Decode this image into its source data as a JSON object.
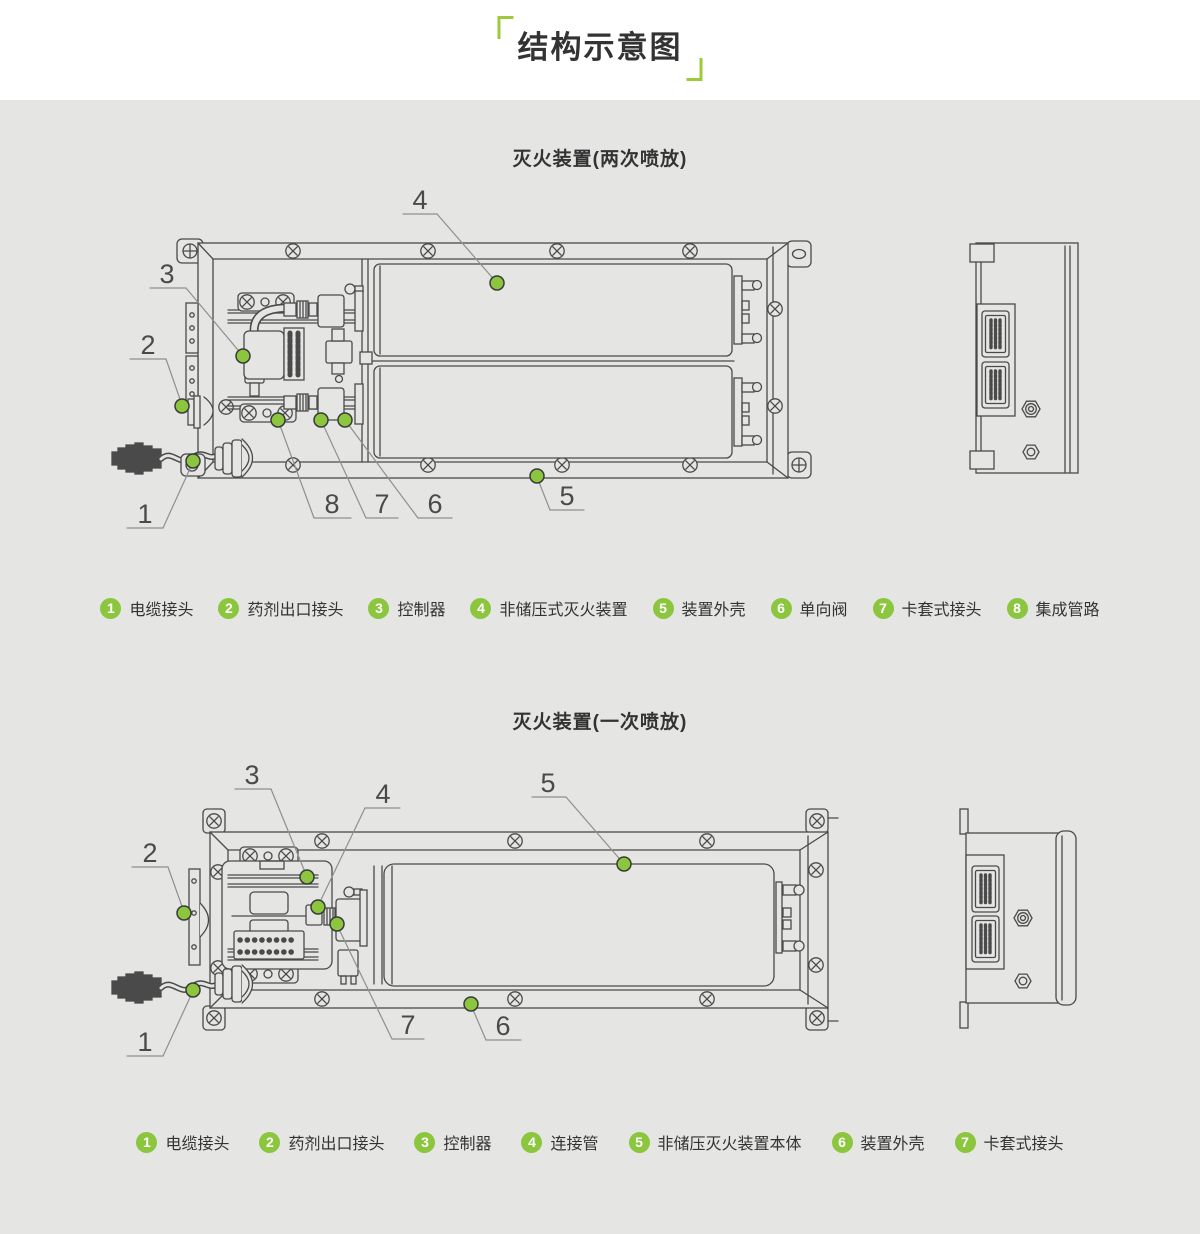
{
  "header": {
    "title": "结构示意图"
  },
  "diagram1": {
    "title": "灭火装置(两次喷放)",
    "callouts": [
      "1",
      "2",
      "3",
      "4",
      "5",
      "6",
      "7",
      "8"
    ],
    "legend": [
      {
        "num": "1",
        "label": "电缆接头"
      },
      {
        "num": "2",
        "label": "药剂出口接头"
      },
      {
        "num": "3",
        "label": "控制器"
      },
      {
        "num": "4",
        "label": "非储压式灭火装置"
      },
      {
        "num": "5",
        "label": "装置外壳"
      },
      {
        "num": "6",
        "label": "单向阀"
      },
      {
        "num": "7",
        "label": "卡套式接头"
      },
      {
        "num": "8",
        "label": "集成管路"
      }
    ]
  },
  "diagram2": {
    "title": "灭火装置(一次喷放)",
    "callouts": [
      "1",
      "2",
      "3",
      "4",
      "5",
      "6",
      "7"
    ],
    "legend": [
      {
        "num": "1",
        "label": "电缆接头"
      },
      {
        "num": "2",
        "label": "药剂出口接头"
      },
      {
        "num": "3",
        "label": "控制器"
      },
      {
        "num": "4",
        "label": "连接管"
      },
      {
        "num": "5",
        "label": "非储压灭火装置本体"
      },
      {
        "num": "6",
        "label": "装置外壳"
      },
      {
        "num": "7",
        "label": "卡套式接头"
      }
    ]
  },
  "colors": {
    "accent_green": "#8CC63E",
    "line": "#4A4A4A",
    "leader": "#8F8F8F",
    "background": "#E5E5E4",
    "header_background": "#FFFFFF"
  }
}
